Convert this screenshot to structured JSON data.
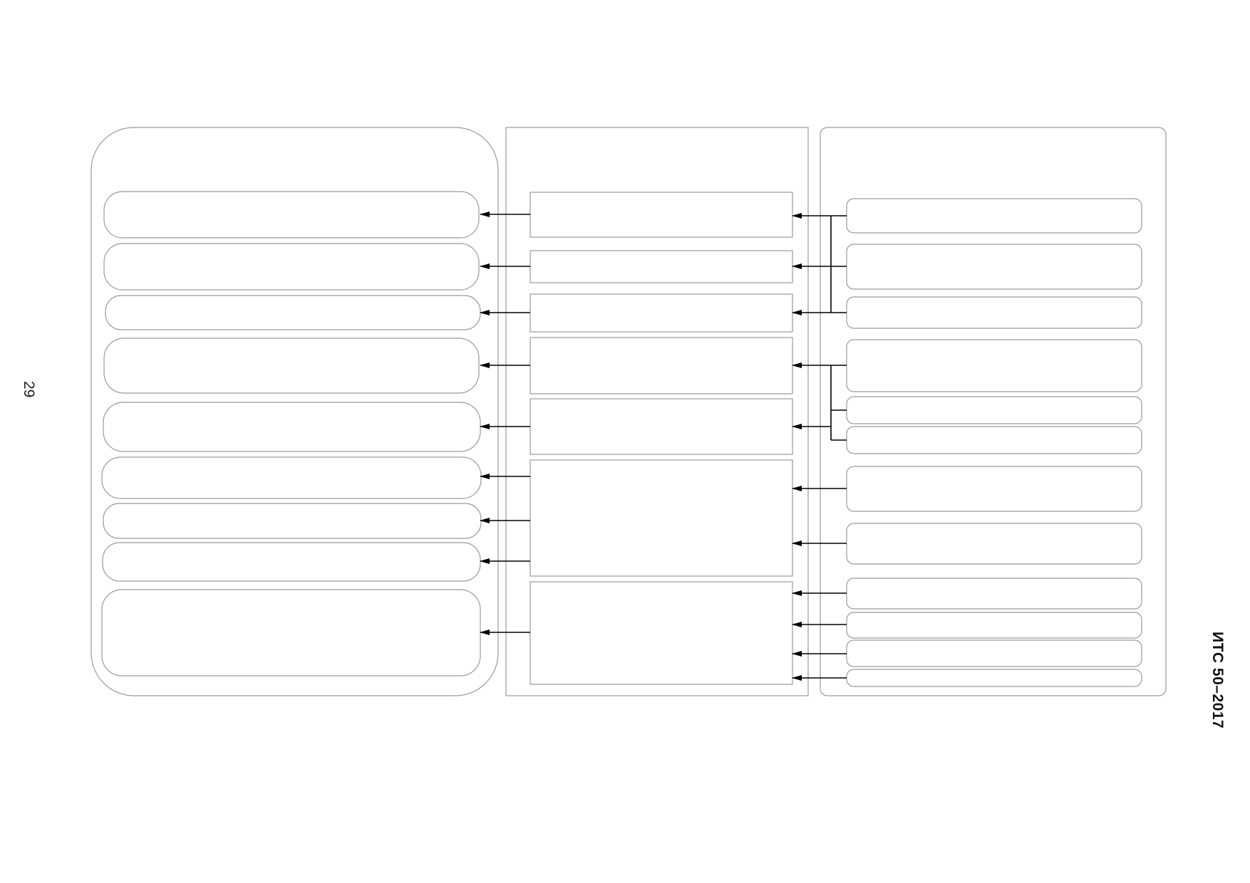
{
  "page": {
    "number": "29",
    "document_code": "ИТС 50–2017"
  },
  "diagram": {
    "left_group": {
      "items": [
        "",
        "",
        "",
        "",
        "",
        "",
        "",
        "",
        ""
      ]
    },
    "middle_group": {
      "items": [
        "",
        "",
        "",
        "",
        "",
        "",
        ""
      ]
    },
    "right_group": {
      "items": [
        "",
        "",
        "",
        "",
        "",
        "",
        "",
        "",
        "",
        "",
        "",
        "",
        ""
      ]
    },
    "connections": {
      "middle_to_left": [
        [
          0,
          0
        ],
        [
          1,
          1
        ],
        [
          2,
          2
        ],
        [
          3,
          3
        ],
        [
          4,
          4
        ],
        [
          5,
          5
        ],
        [
          5,
          6
        ],
        [
          5,
          7
        ],
        [
          6,
          8
        ]
      ],
      "right_to_middle": [
        [
          0,
          0
        ],
        [
          1,
          1
        ],
        [
          2,
          2
        ],
        [
          3,
          3
        ],
        [
          4,
          4
        ],
        [
          5,
          4
        ],
        [
          6,
          5
        ],
        [
          7,
          5
        ],
        [
          8,
          6
        ],
        [
          9,
          6
        ],
        [
          10,
          6
        ],
        [
          11,
          6
        ]
      ]
    }
  }
}
